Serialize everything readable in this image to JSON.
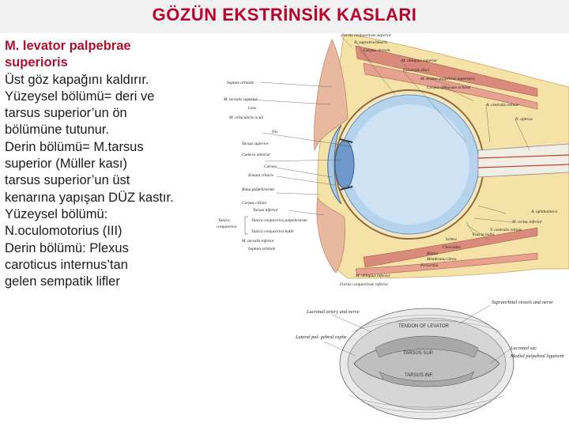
{
  "slide": {
    "title": "GÖZÜN EKSTRİNSİK KASLARI",
    "heading_lines": [
      "M. levator palpebrae",
      "superioris"
    ],
    "body_lines": [
      "Üst göz kapağını kaldırır.",
      "Yüzeysel bölümü= deri ve",
      "tarsus superior’un ön",
      "bölümüne tutunur.",
      "Derin bölümü= M.tarsus",
      "superior (Müller kası)",
      "tarsus superior’un üst",
      "kenarına yapışan DÜZ kastır.",
      "Yüzeysel bölümü:",
      "N.oculomotorius (III)",
      "Derin bölümü: Plexus",
      "caroticus internus’tan",
      "gelen sempatik lifler"
    ],
    "colors": {
      "title": "#b8002a",
      "heading": "#b01030",
      "text": "#1a1a1a"
    }
  },
  "section_figure": {
    "labels_top": [
      "Fornix conjunctivae superior",
      "N. supratrochlearis",
      "Corpus vitreum",
      "M. obliquus superior",
      "Excavatio disci",
      "M. levator palpebrae superioris",
      "Corpus adiposum orbitae",
      "A. centralis retinae",
      "N. opticus"
    ],
    "labels_left": [
      "Septum orbitale",
      "M. tarsalis superior",
      "Lens",
      "M. orbicularis oculi",
      "Iris",
      "Tarsus superior",
      "Camera anterior",
      "Cornea",
      "Zonula ciliaris",
      "Rima palpebrarum",
      "Corpus ciliare",
      "Tarsus inferior",
      "Tunica conjunctiva palpebrarum",
      "Tunica conjunctiva bulbi",
      "M. tarsalis inferior",
      "Septum orbitale"
    ],
    "tunica_label": [
      "Tunica",
      "conjunctiva"
    ],
    "labels_right": [
      "A. ophthalmica",
      "M. rectus inferior",
      "Fascia bulbi",
      "V. centralis retinae",
      "Sclera",
      "Choroidea",
      "Retina",
      "Membrana vitrea",
      "Periorbita",
      "M. obliquus inferior",
      "Fornix conjunctivae inferior"
    ]
  },
  "front_figure": {
    "labels": [
      "Lacrimal artery and nerve",
      "Supraorbital vessels and nerve",
      "Lateral pal- pebral raphe",
      "Lacrimal sac",
      "Medial palpebral ligament"
    ],
    "box_labels": [
      "TENDON OF LEVATOR",
      "TARSUS SUP.",
      "TARSUS INF."
    ]
  },
  "icons": [
    "eye-sagittal-section-illustration",
    "eyelid-tarsus-illustration"
  ]
}
